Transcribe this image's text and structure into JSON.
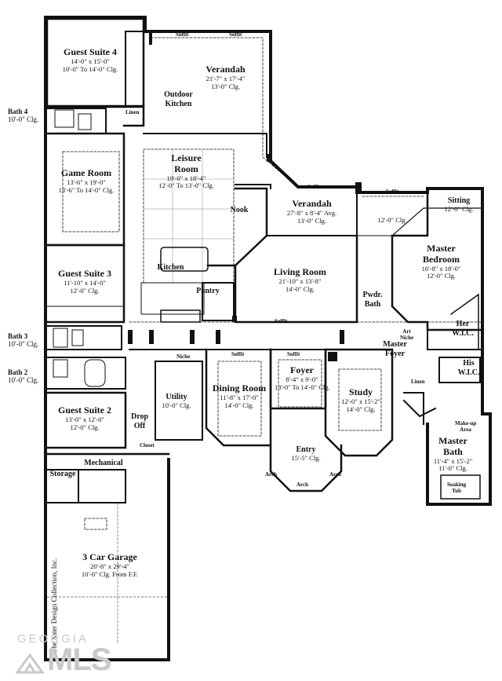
{
  "rooms": {
    "guest_suite_4": {
      "name": "Guest Suite 4",
      "dim": "14'-0\" x 15'-0\"",
      "clg": "10'-0\" To 14'-0\" Clg."
    },
    "verandah_top": {
      "name": "Verandah",
      "dim": "21'-7\" x 17'-4\"",
      "clg": "13'-0\" Clg."
    },
    "outdoor_kitchen": {
      "line1": "Outdoor",
      "line2": "Kitchen"
    },
    "game_room": {
      "name": "Game Room",
      "dim": "13'-6\" x 19'-0\"",
      "clg": "13'-6\" To 14'-0\" Clg."
    },
    "leisure_room": {
      "name1": "Leisure",
      "name2": "Room",
      "dim": "19'-0\" x 18'-4\"",
      "clg": "12'-0\" To 13'-0\" Clg."
    },
    "verandah_mid": {
      "name": "Verandah",
      "dim": "27'-8\" x 8'-4\" Avg.",
      "clg": "13'-0\" Clg."
    },
    "nook": {
      "name": "Nook"
    },
    "sitting_area": {
      "clg": "12'-0\" Clg."
    },
    "sitting": {
      "name": "Sitting",
      "clg": "12'-0\" Clg."
    },
    "master_bedroom": {
      "name1": "Master",
      "name2": "Bedroom",
      "dim": "16'-8\" x 18'-0\"",
      "clg": "12'-0\" Clg."
    },
    "guest_suite_3": {
      "name": "Guest Suite 3",
      "dim": "11'-10\" x 14'-0\"",
      "clg": "12'-0\" Clg."
    },
    "kitchen": {
      "name": "Kitchen"
    },
    "pantry": {
      "name": "Pantry"
    },
    "living_room": {
      "name": "Living Room",
      "dim": "21'-10\" x 13'-8\"",
      "clg": "14'-0\" Clg."
    },
    "pwdr_bath": {
      "line1": "Pwdr.",
      "line2": "Bath"
    },
    "art_niche": {
      "line1": "Art",
      "line2": "Niche"
    },
    "her_wic": {
      "line1": "Her",
      "line2": "W.I.C."
    },
    "master_foyer": {
      "line1": "Master",
      "line2": "Foyer"
    },
    "his_wic": {
      "line1": "His",
      "line2": "W.I.C."
    },
    "dining_room": {
      "name": "Dining Room",
      "dim": "11'-8\" x 17'-0\"",
      "clg": "14'-0\" Clg."
    },
    "foyer": {
      "name": "Foyer",
      "dim": "8'-4\" x 9'-0\"",
      "clg": "13'-0\" To 14'-0\" Clg."
    },
    "study": {
      "name": "Study",
      "dim": "12'-0\" x 15'-2\"",
      "clg": "14'-0\" Clg."
    },
    "utility": {
      "name": "Utility",
      "clg": "10'-0\" Clg."
    },
    "guest_suite_2": {
      "name": "Guest Suite 2",
      "dim": "13'-0\" x 12'-0\"",
      "clg": "12'-0\" Clg."
    },
    "drop_off": {
      "line1": "Drop",
      "line2": "Off"
    },
    "entry": {
      "name": "Entry",
      "clg": "15'-5\" Clg."
    },
    "master_bath": {
      "name1": "Master",
      "name2": "Bath",
      "dim": "11'-4\" x 15'-2\"",
      "clg": "11'-0\" Clg."
    },
    "makeup_area": {
      "line1": "Make-up",
      "line2": "Area"
    },
    "soaking_tub": {
      "line1": "Soaking",
      "line2": "Tub"
    },
    "storage": {
      "name": "Storage"
    },
    "mechanical": {
      "name": "Mechanical"
    },
    "garage": {
      "name": "3 Car Garage",
      "dim": "20'-8\" x 29'-4\"",
      "clg": "10'-0\" Clg. From F.F."
    }
  },
  "side_labels": {
    "bath4": {
      "name": "Bath 4",
      "clg": "10'-0\" Clg."
    },
    "bath3": {
      "name": "Bath 3",
      "clg": "10'-0\" Clg."
    },
    "bath2": {
      "name": "Bath 2",
      "clg": "10'-0\" Clg."
    }
  },
  "small_labels": {
    "linen_top": "Linen",
    "linen_master": "Linen",
    "niche": "Niche",
    "closet": "Closet",
    "soffit": "Soffit",
    "arch": "Arch"
  },
  "copyright": "© The Sater Design Collection, Inc.",
  "watermark": {
    "line1": "GEORGIA",
    "line2": "MLS"
  }
}
